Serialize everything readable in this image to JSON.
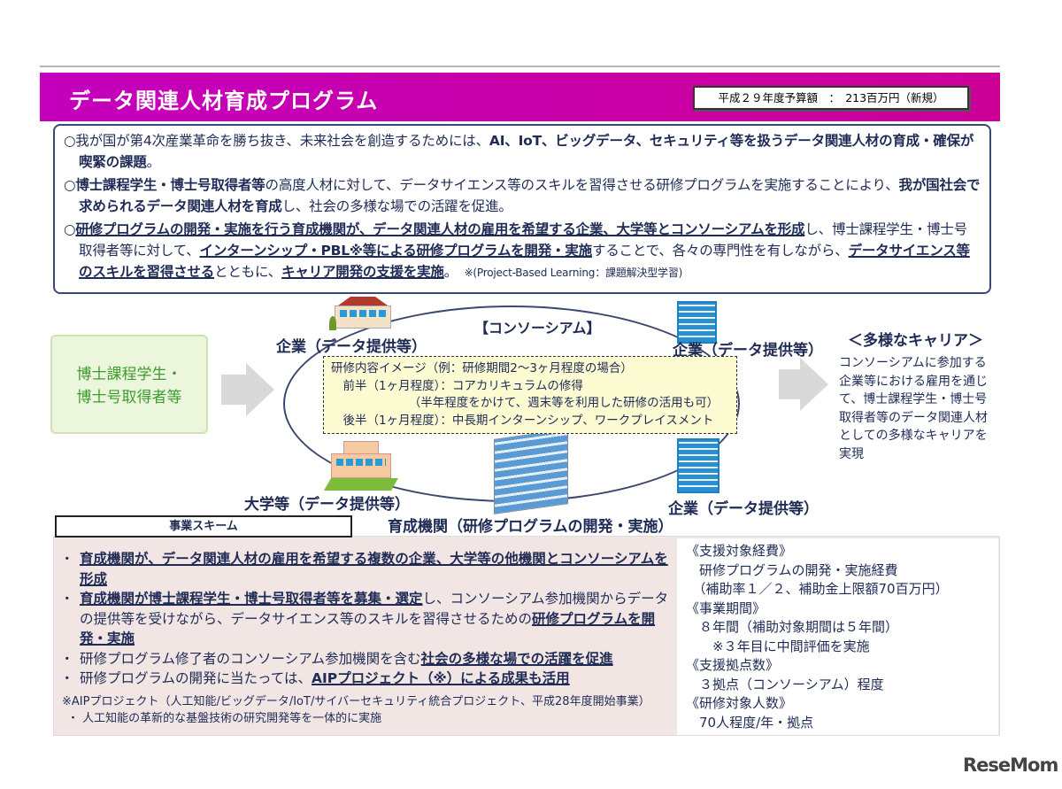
{
  "header": {
    "title": "データ関連人材育成プログラム",
    "budget": "平成２９年度予算額　：　213百万円（新規）",
    "accent": "#c800b0"
  },
  "intro": [
    [
      {
        "t": "○我が国が第4次産業革命を勝ち抜き、未来社会を創造するためには、"
      },
      {
        "t": "AI、IoT、ビッグデータ、セキュリティ等を扱うデータ関連人材の育成・確保が喫緊の課題",
        "b": 1
      },
      {
        "t": "。"
      }
    ],
    [
      {
        "t": "○"
      },
      {
        "t": "博士課程学生・博士号取得者等",
        "b": 1
      },
      {
        "t": "の高度人材に対して、データサイエンス等のスキルを習得させる研修プログラムを実施することにより、"
      },
      {
        "t": "我が国社会で求められるデータ関連人材を育成",
        "b": 1
      },
      {
        "t": "し、社会の多様な場での活躍を促進。"
      }
    ],
    [
      {
        "t": "○"
      },
      {
        "t": "研修プログラムの開発・実施を行う育成機関が、データ関連人材の雇用を希望する企業、大学等とコンソーシアムを形成",
        "b": 1,
        "u": 1
      },
      {
        "t": "し、博士課程学生・博士号取得者等に対して、"
      },
      {
        "t": "インターンシップ・PBL※等による研修プログラムを開発・実施",
        "b": 1,
        "u": 1
      },
      {
        "t": "することで、各々の専門性を有しながら、"
      },
      {
        "t": "データサイエンス等のスキルを習得させる",
        "b": 1,
        "u": 1
      },
      {
        "t": "とともに、"
      },
      {
        "t": "キャリア開発の支援を実施",
        "b": 1,
        "u": 1
      },
      {
        "t": "。　"
      },
      {
        "t": "※(Project-Based Learning：課題解決型学習)",
        "n": 1
      }
    ]
  ],
  "diagram": {
    "student": [
      "博士課程学生・",
      "博士号取得者等"
    ],
    "consortium": "【コンソーシアム】",
    "company_tl": "企業（データ提供等）",
    "company_tr": "企業（データ提供等）",
    "university": "大学等（データ提供等）",
    "company_br": "企業（データ提供等）",
    "institution": "育成機関（研修プログラムの開発・実施）",
    "content": [
      "研修内容イメージ（例：研修期間2～3ヶ月程度の場合）",
      "　前半（1ヶ月程度）：コアカリキュラムの修得",
      "　　　　　　　（半年程度をかけて、週末等を利用した研修の活用も可）",
      "　後半（1ヶ月程度）：中長期インターンシップ、ワークプレイスメント"
    ],
    "career_heading": "＜多様なキャリア＞",
    "career_text": "コンソーシアムに参加する企業等における雇用を通じて、博士課程学生・博士号取得者等のデータ関連人材としての多様なキャリアを実現"
  },
  "scheme": {
    "heading": "事業スキーム",
    "items": [
      [
        {
          "t": "育成機関が、データ関連人材の雇用を希望する複数の企業、大学等の他機関とコンソーシアムを形成",
          "b": 1,
          "u": 1
        }
      ],
      [
        {
          "t": "育成機関が博士課程学生・博士号取得者等を募集・選定",
          "b": 1,
          "u": 1
        },
        {
          "t": "し、コンソーシアム参加機関からデータの提供等を受けながら、データサイエンス等のスキルを習得させるための"
        },
        {
          "t": "研修プログラムを開発・実施",
          "b": 1,
          "u": 1
        }
      ],
      [
        {
          "t": "研修プログラム修了者のコンソーシアム参加機関を含む"
        },
        {
          "t": "社会の多様な場での活躍を促進",
          "b": 1,
          "u": 1
        }
      ],
      [
        {
          "t": "研修プログラムの開発に当たっては、"
        },
        {
          "t": "AIPプロジェクト（※）による成果も活用",
          "b": 1,
          "u": 1
        }
      ]
    ],
    "aip_note": "※AIPプロジェクト（人工知能/ビッグデータ/IoT/サイバーセキュリティ統合プロジェクト、平成28年度開始事業）",
    "aip_sub": "・ 人工知能の革新的な基盤技術の研究開発等を一体的に実施"
  },
  "details": [
    "《支援対象経費》",
    "　研修プログラムの開発・実施経費",
    "　（補助率１／２、補助金上限額70百万円）",
    "《事業期間》",
    "　８年間（補助対象期間は５年間）",
    "　　※３年目に中間評価を実施",
    "《支援拠点数》",
    "　３拠点（コンソーシアム）程度",
    "《研修対象人数》",
    "　70人程度/年・拠点"
  ],
  "logo": "ReseMom"
}
